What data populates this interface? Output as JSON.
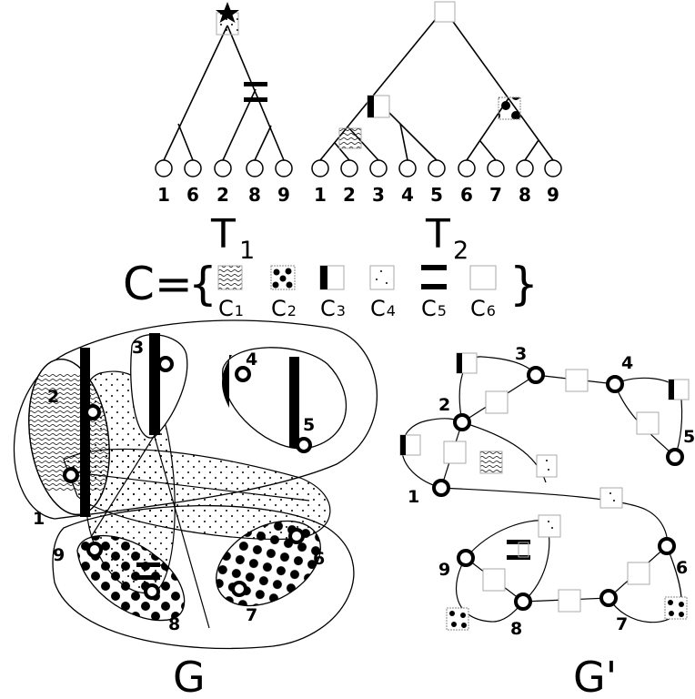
{
  "trees": {
    "t1": {
      "name": "T",
      "subscript": "1",
      "leaves": [
        "1",
        "6",
        "2",
        "8",
        "9"
      ]
    },
    "t2": {
      "name": "T",
      "subscript": "2",
      "leaves": [
        "1",
        "2",
        "3",
        "4",
        "5",
        "6",
        "7",
        "8",
        "9"
      ]
    }
  },
  "colour_set": {
    "lhs": "C=",
    "open_brace": "{",
    "close_brace": "}",
    "items": [
      {
        "name": "C",
        "sub": "1",
        "pattern": "waves"
      },
      {
        "name": "C",
        "sub": "2",
        "pattern": "large-dots"
      },
      {
        "name": "C",
        "sub": "3",
        "pattern": "left-bar"
      },
      {
        "name": "C",
        "sub": "4",
        "pattern": "sparse-dots"
      },
      {
        "name": "C",
        "sub": "5",
        "pattern": "double-bar"
      },
      {
        "name": "C",
        "sub": "6",
        "pattern": "empty"
      }
    ]
  },
  "graph_g": {
    "label": "G",
    "vertices": [
      "1",
      "2",
      "3",
      "4",
      "5",
      "6",
      "7",
      "8",
      "9"
    ]
  },
  "graph_gprime": {
    "label": "G'",
    "vertices": [
      "1",
      "2",
      "3",
      "4",
      "5",
      "6",
      "7",
      "8",
      "9"
    ]
  }
}
